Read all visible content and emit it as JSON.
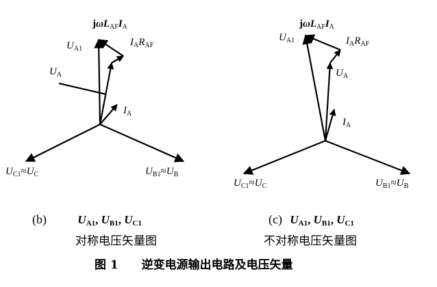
{
  "panel_b": {
    "labels": {
      "jwlaf": {
        "j": "j",
        "omega": "ω",
        "L": "L",
        "L_sub": "AF",
        "I": "I",
        "I_sub": "A"
      },
      "ua1": {
        "base": "U",
        "sub": "A1"
      },
      "iaraf": {
        "I": "I",
        "I_sub": "A",
        "R": "R",
        "R_sub": "AF"
      },
      "ua": {
        "base": "U",
        "sub": "A"
      },
      "ia": {
        "base": "I",
        "sub": "A"
      },
      "uc1": {
        "base1": "U",
        "sub1": "C1",
        "approx": "≈",
        "base2": "U",
        "sub2": "C"
      },
      "ub1": {
        "base1": "U",
        "sub1": "B1",
        "approx": "≈",
        "base2": "U",
        "sub2": "B"
      }
    },
    "caption": {
      "letter": "(b)",
      "items": [
        {
          "base": "U",
          "sub": "A1"
        },
        {
          "base": "U",
          "sub": "B1"
        },
        {
          "base": "U",
          "sub": "C1"
        }
      ],
      "sep": ",",
      "description": "对称电压矢量图"
    }
  },
  "panel_c": {
    "labels": {
      "jwlaf": {
        "j": "j",
        "omega": "ω",
        "L": "L",
        "L_sub": "AF",
        "I": "I",
        "I_sub": "A"
      },
      "ua1": {
        "base": "U",
        "sub": "A1"
      },
      "iaraf": {
        "I": "I",
        "I_sub": "A",
        "R": "R",
        "R_sub": "AF"
      },
      "ua": {
        "base": "U",
        "sub": "A"
      },
      "ia": {
        "base": "I",
        "sub": "A"
      },
      "uc1": {
        "base1": "U",
        "sub1": "C1",
        "approx": "≈",
        "base2": "U",
        "sub2": "C"
      },
      "ub1": {
        "base1": "U",
        "sub1": "B1",
        "approx": "≈",
        "base2": "U",
        "sub2": "B"
      }
    },
    "caption": {
      "letter": "(c)",
      "items": [
        {
          "base": "U",
          "sub": "A1"
        },
        {
          "base": "U",
          "sub": "B1"
        },
        {
          "base": "U",
          "sub": "C1"
        }
      ],
      "sep": ",",
      "description": "不对称电压矢量图"
    }
  },
  "figure_caption": {
    "number": "图 1",
    "title": "逆变电源输出电路及电压矢量"
  }
}
